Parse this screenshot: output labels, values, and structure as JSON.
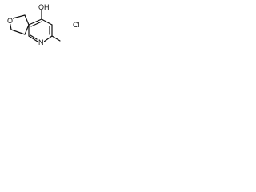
{
  "structure": {
    "labels": {
      "hydroxyl": "OH",
      "ring_oxygen": "O",
      "ring_nitrogen": "N",
      "chloride": "Cl"
    }
  }
}
